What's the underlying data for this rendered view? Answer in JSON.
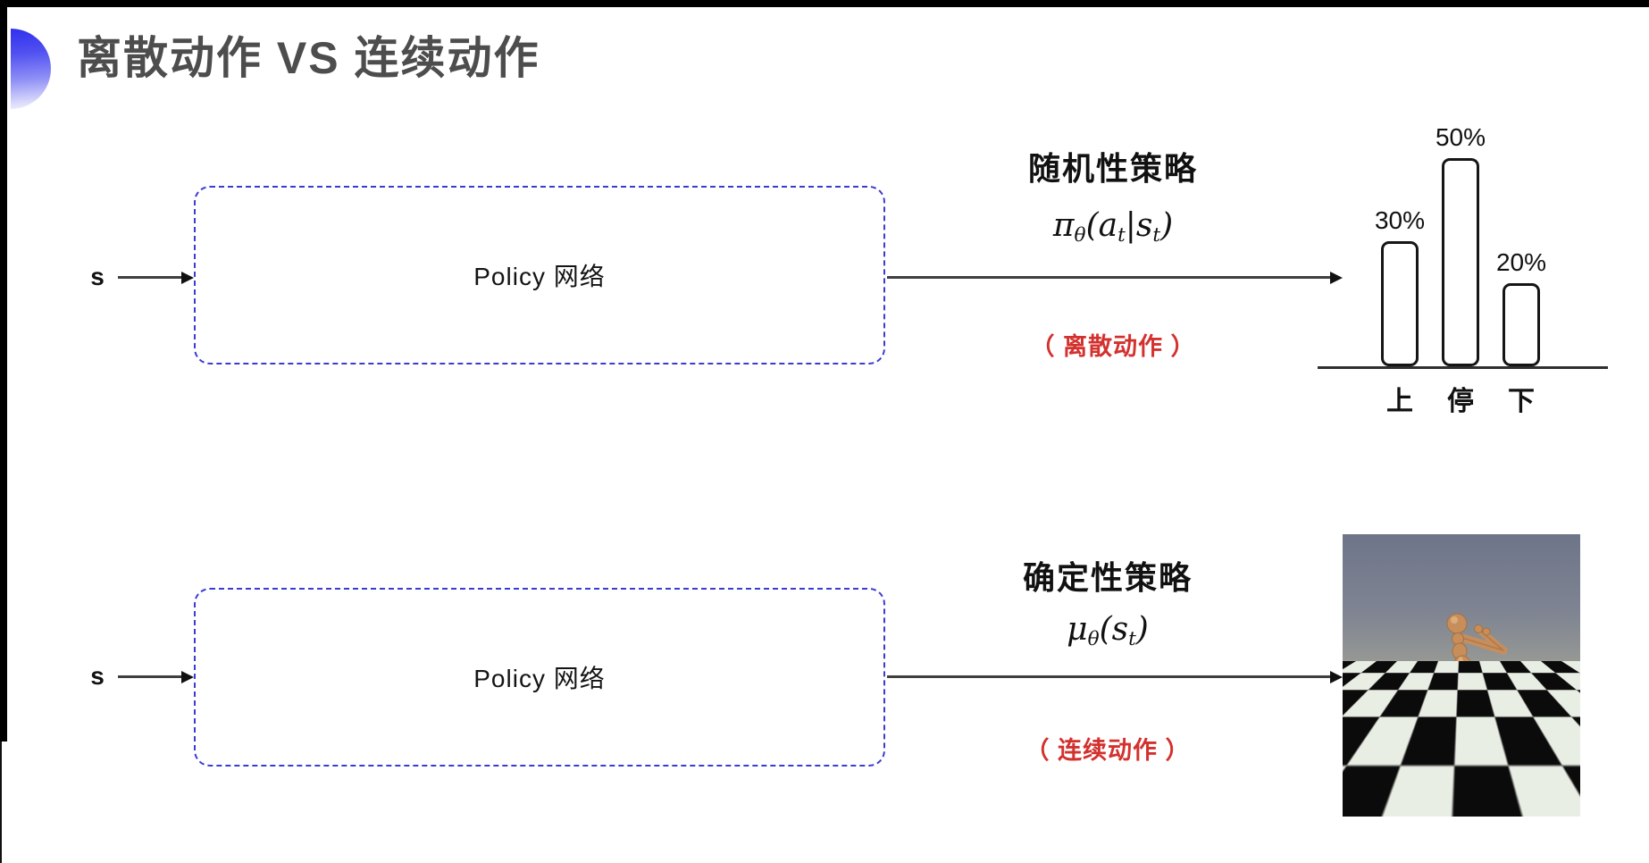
{
  "slide": {
    "title": "离散动作 VS 连续动作"
  },
  "discrete": {
    "input_label": "s",
    "box_label": "Policy 网络",
    "policy_title": "随机性策略",
    "formula": {
      "base": "π",
      "sub1": "θ",
      "p1": "(a",
      "sub2": "t",
      "p2": "|s",
      "sub3": "t",
      "p3": ")"
    },
    "action_note": "（ 离散动作 ）"
  },
  "continuous": {
    "input_label": "s",
    "box_label": "Policy 网络",
    "policy_title": "确定性策略",
    "formula": {
      "base": "μ",
      "sub1": "θ",
      "p1": "(s",
      "sub2": "t",
      "p2": ")"
    },
    "action_note": "（ 连续动作 ）"
  },
  "chart_data": {
    "type": "bar",
    "title": "",
    "xlabel": "",
    "ylabel": "",
    "categories": [
      "上",
      "停",
      "下"
    ],
    "values": [
      30,
      50,
      20
    ],
    "labels": [
      "30%",
      "50%",
      "20%"
    ],
    "ylim": [
      0,
      55
    ],
    "grid": false,
    "legend": false,
    "bar_fill": "#ffffff",
    "bar_border": "#151515"
  },
  "colors": {
    "accent_blue": "#3b3bd2",
    "note_red": "#d3312e",
    "title_gray": "#4d4d4d",
    "arrow": "#3f3f3f"
  }
}
